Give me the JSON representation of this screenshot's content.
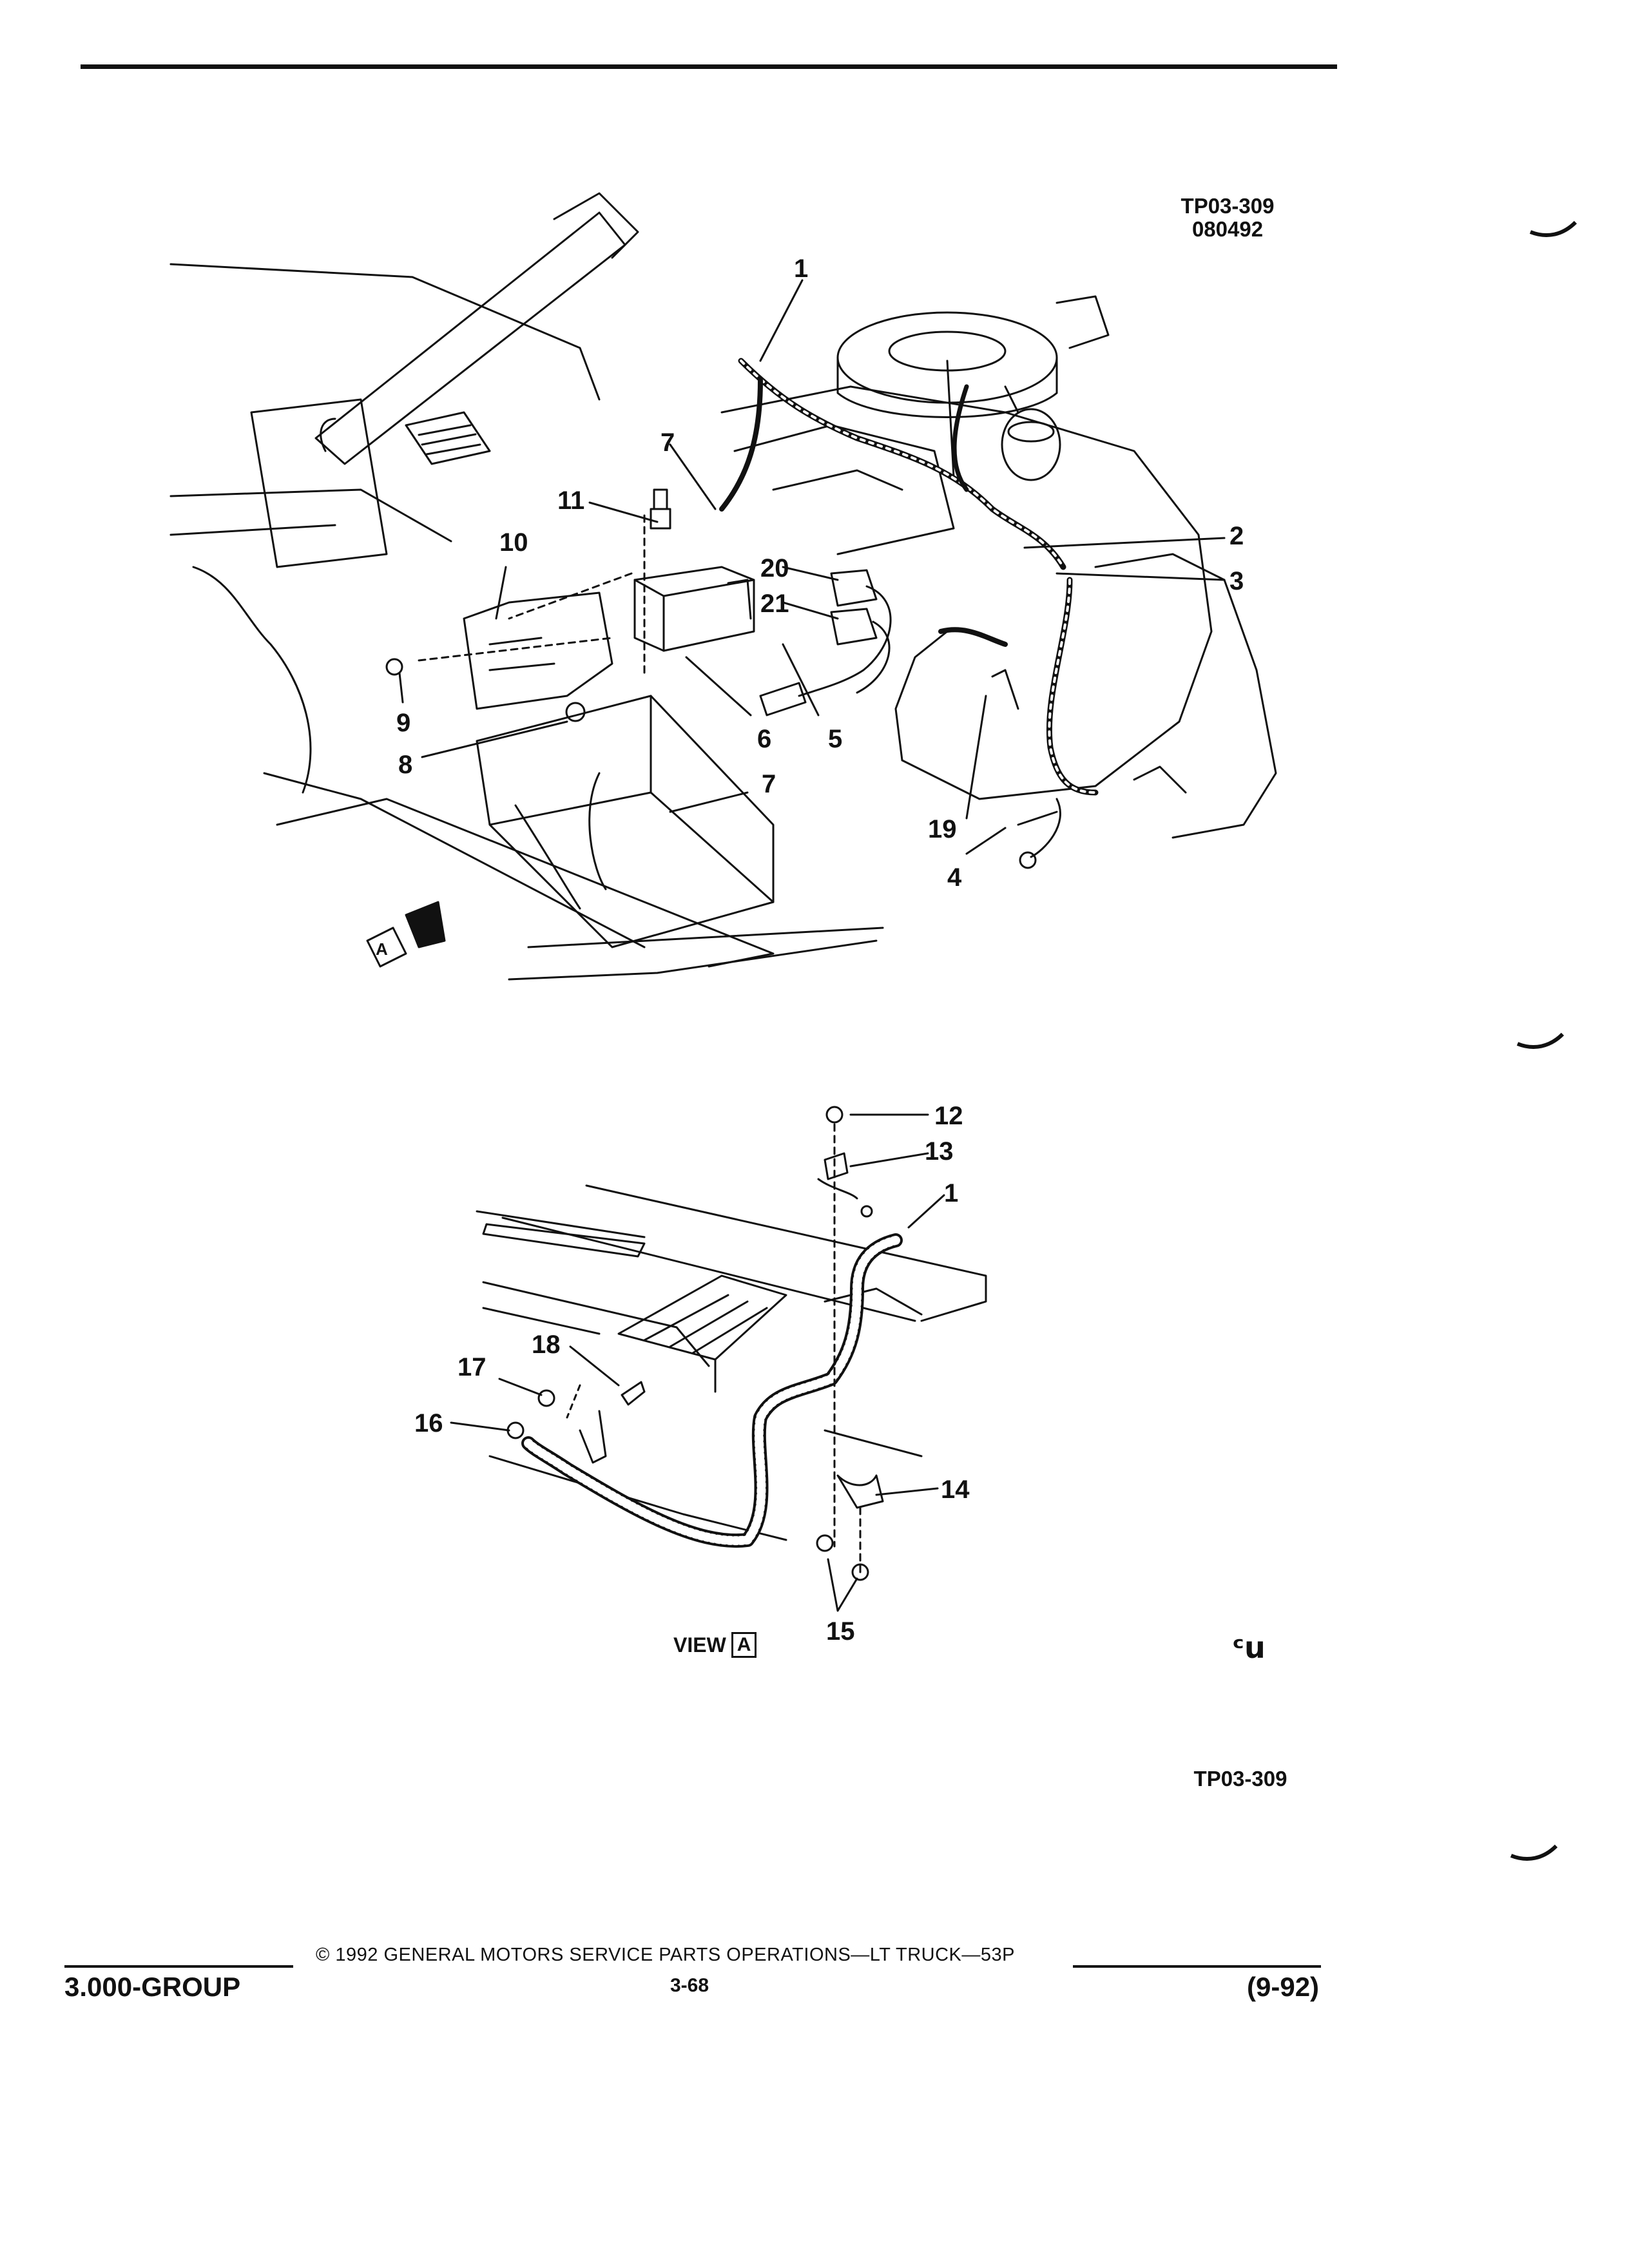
{
  "figure_id_top": "TP03-309",
  "figure_date_code": "080492",
  "figure_id_bottom": "TP03-309",
  "view_label": {
    "text": "VIEW",
    "boxed": "A"
  },
  "view_arrow_label": "A",
  "callouts_main": [
    "1",
    "2",
    "3",
    "4",
    "5",
    "6",
    "7",
    "7",
    "8",
    "9",
    "10",
    "11",
    "19",
    "20",
    "21"
  ],
  "callouts_view_a": [
    "12",
    "13",
    "1",
    "14",
    "15",
    "16",
    "17",
    "18"
  ],
  "footer": {
    "group": "3.000-GROUP",
    "copyright": "© 1992  GENERAL MOTORS SERVICE PARTS OPERATIONS—LT TRUCK—53P",
    "page": "3-68",
    "date": "(9-92)"
  },
  "logo_mark": "ᶜu"
}
